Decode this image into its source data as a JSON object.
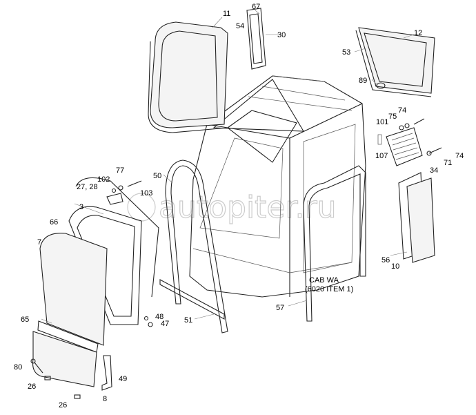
{
  "watermark": "autopiter.ru",
  "labels": {
    "p11": "11",
    "p67": "67",
    "p54": "54",
    "p30": "30",
    "p12": "12",
    "p53": "53",
    "p89": "89",
    "p74a": "74",
    "p75": "75",
    "p101": "101",
    "p107": "107",
    "p74b": "74",
    "p71": "71",
    "p34": "34",
    "p50": "50",
    "p77": "77",
    "p102": "102",
    "p27_28": "27, 28",
    "p103": "103",
    "p3": "3",
    "p66": "66",
    "p7": "7",
    "p56": "56",
    "p10": "10",
    "p48": "48",
    "p47": "47",
    "p65": "65",
    "p51": "51",
    "p57": "57",
    "p80": "80",
    "p26a": "26",
    "p8": "8",
    "p49": "49",
    "p26b": "26"
  },
  "cab_note": {
    "line1": "CAB WA",
    "line2": "(6020 ITEM 1)"
  }
}
